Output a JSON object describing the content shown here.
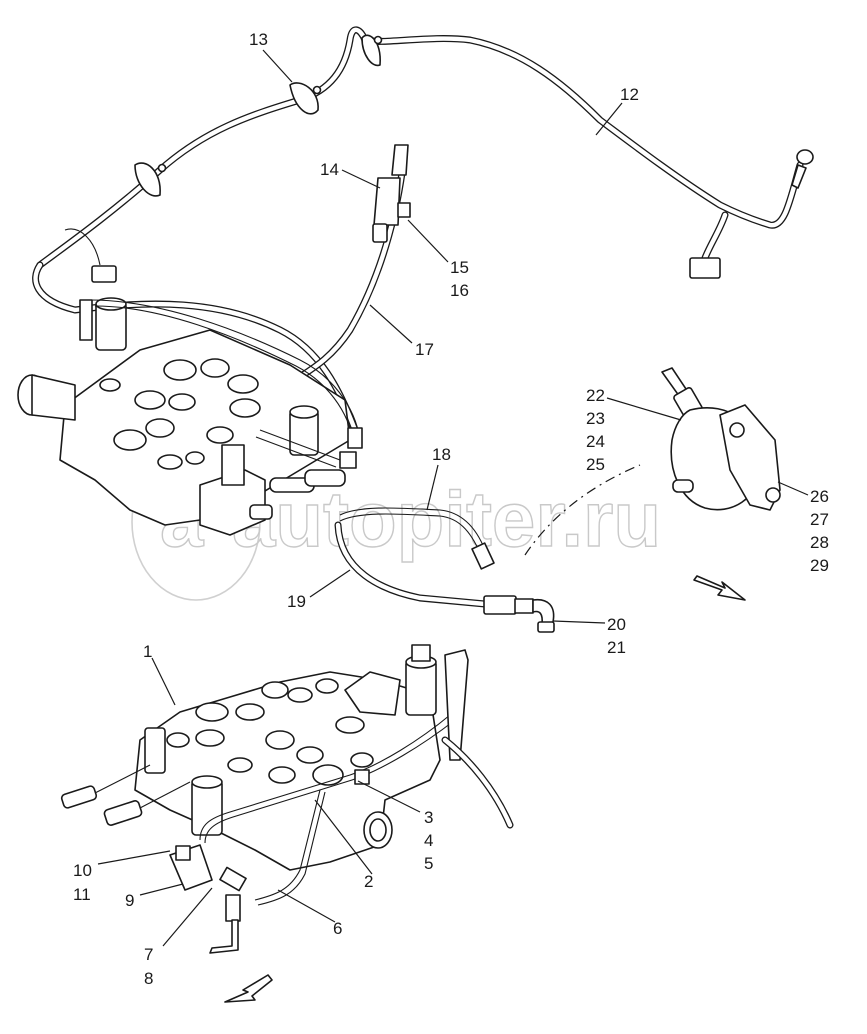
{
  "diagram": {
    "type": "exploded parts diagram",
    "subject": "hydraulic control valve block with wiring harness and hoses",
    "watermark": "autopiter.ru",
    "watermark_logo_letter": "a",
    "colors": {
      "line": "#1a1a1a",
      "background": "#ffffff",
      "watermark": "#c9c9c9"
    },
    "callouts": [
      {
        "id": "c13",
        "numbers": [
          "13"
        ],
        "target": "harness clip"
      },
      {
        "id": "c12",
        "numbers": [
          "12"
        ],
        "target": "wiring harness"
      },
      {
        "id": "c14",
        "numbers": [
          "14"
        ],
        "target": "hose fitting"
      },
      {
        "id": "c15",
        "numbers": [
          "15",
          "16"
        ],
        "target": "fitting tee"
      },
      {
        "id": "c17",
        "numbers": [
          "17"
        ],
        "target": "hose"
      },
      {
        "id": "c18",
        "numbers": [
          "18"
        ],
        "target": "pipe"
      },
      {
        "id": "c19",
        "numbers": [
          "19"
        ],
        "target": "hose"
      },
      {
        "id": "c20",
        "numbers": [
          "20",
          "21"
        ],
        "target": "elbow fitting"
      },
      {
        "id": "c22",
        "numbers": [
          "22",
          "23",
          "24",
          "25"
        ],
        "target": "accumulator fitting"
      },
      {
        "id": "c26",
        "numbers": [
          "26",
          "27",
          "28",
          "29"
        ],
        "target": "accumulator bracket"
      },
      {
        "id": "c1",
        "numbers": [
          "1"
        ],
        "target": "control valve"
      },
      {
        "id": "c2",
        "numbers": [
          "2"
        ],
        "target": "pipe"
      },
      {
        "id": "c3",
        "numbers": [
          "3",
          "4",
          "5"
        ],
        "target": "pipe clamp"
      },
      {
        "id": "c6",
        "numbers": [
          "6"
        ],
        "target": "pipe"
      },
      {
        "id": "c7",
        "numbers": [
          "7",
          "8"
        ],
        "target": "tee fitting"
      },
      {
        "id": "c9",
        "numbers": [
          "9"
        ],
        "target": "valve block"
      },
      {
        "id": "c10",
        "numbers": [
          "10",
          "11"
        ],
        "target": "solenoid valve"
      }
    ],
    "direction_arrows": [
      {
        "id": "arrow-upper",
        "direction": "down-right"
      },
      {
        "id": "arrow-lower",
        "direction": "down-left"
      }
    ]
  }
}
